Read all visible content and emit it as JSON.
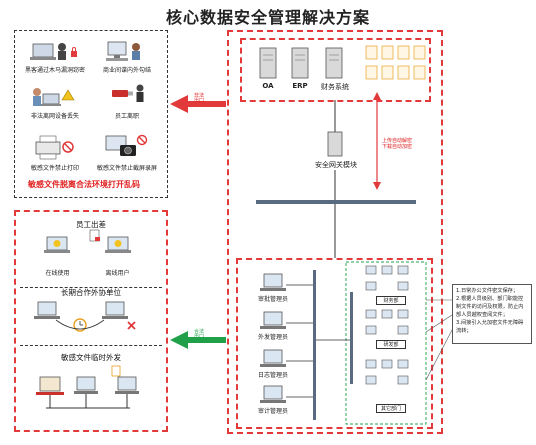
{
  "title": "核心数据安全管理解决方案",
  "risks": {
    "items": [
      "黑客通过木马漏洞窃密",
      "商业间谍内外勾结",
      "非法离网设备丢失",
      "员工离职",
      "敏感文件禁止打印",
      "敏感文件禁止截屏录屏"
    ],
    "warning": "敏感文件脱离合法环境打开乱码"
  },
  "offline": {
    "section1_title": "员工出差",
    "online_use": "在线使用",
    "offline_user": "离线用户",
    "section2_title": "长期合作外协单位",
    "section3_title": "敏感文件临时外发"
  },
  "arrows": {
    "illegal_exit": "非法出口",
    "legal_exit": "合法出口",
    "gateway_note": "上传自动解密 下载自动加密"
  },
  "servers": {
    "oa": "OA",
    "erp": "ERP",
    "finance": "财务系统",
    "gateway": "安全网关模块"
  },
  "admins": [
    "审批管理员",
    "外发管理员",
    "日志管理员",
    "审计管理员"
  ],
  "departments": [
    "财务部",
    "研发部",
    "其它部门"
  ],
  "notes": [
    "1.日常办公文件密文保存；",
    "2.根据人员级别、部门职能控制文件的访问及权限，防止内部人员越权查阅文件；",
    "3.间接引入允加密文件无障碍流转；"
  ],
  "colors": {
    "red": "#e23a3a",
    "green": "#21a04a",
    "black": "#333333"
  }
}
